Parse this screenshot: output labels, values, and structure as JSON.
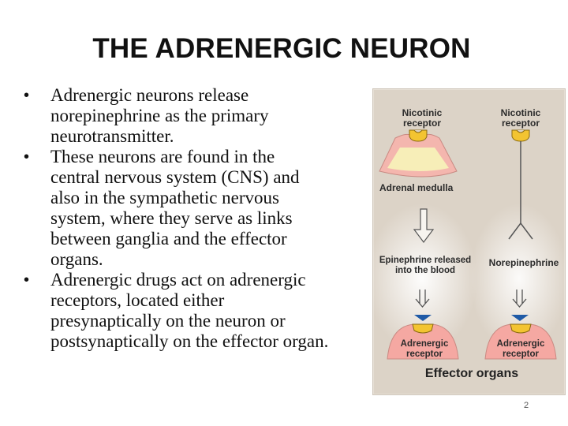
{
  "slide": {
    "title": "THE ADRENERGIC NEURON",
    "bullets": [
      {
        "lines": [
          "Adrenergic neurons release",
          "norepinephrine as the primary",
          "neurotransmitter."
        ]
      },
      {
        "lines": [
          "These neurons are found in the",
          "central nervous system (CNS) and",
          "also in the sympathetic nervous",
          "system, where they serve as links",
          "between ganglia and the effector",
          "organs."
        ]
      },
      {
        "lines": [
          "Adrenergic drugs act on adrenergic",
          "receptors, located either",
          "presynaptically on the neuron or",
          "postsynaptically on the effector organ."
        ]
      }
    ],
    "bullet_glyph": "•",
    "page_number": "2"
  },
  "figure": {
    "left_top_label": [
      "Nicotinic",
      "receptor"
    ],
    "right_top_label": [
      "Nicotinic",
      "receptor"
    ],
    "adrenal_label": "Adrenal medulla",
    "left_release_label": [
      "Epinephrine released",
      "into the blood"
    ],
    "right_release_label": "Norepinephrine",
    "left_receptor_label": [
      "Adrenergic",
      "receptor"
    ],
    "right_receptor_label": [
      "Adrenergic",
      "receptor"
    ],
    "effector_label": "Effector organs",
    "colors": {
      "panel": "#dcd3c7",
      "adrenal_fill": "#f4b6ae",
      "adrenal_inner": "#f7eeb8",
      "receptor_yellow": "#f3c431",
      "effector_fill": "#f5a8a2",
      "blue_marker": "#1f5aa6",
      "label_text": "#2b2b2b",
      "line": "#555555"
    },
    "icons": [
      "arrow-down-icon",
      "double-arrow-icon",
      "neuron-fork-icon",
      "receptor-cup-icon"
    ]
  }
}
